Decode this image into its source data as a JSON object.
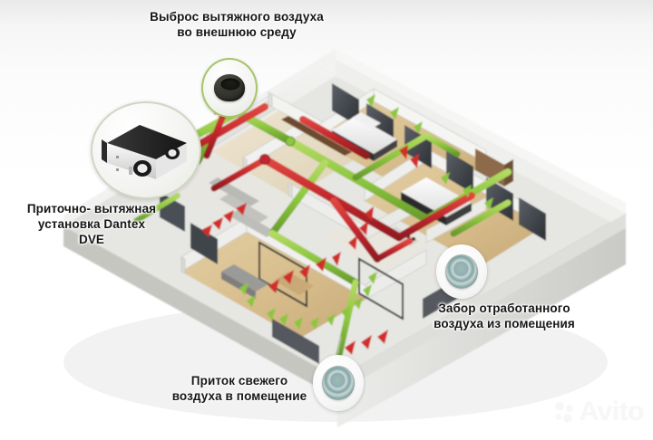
{
  "image": {
    "kind": "ventilation-system-diagram",
    "background_color": "#ffffff"
  },
  "callouts": [
    {
      "id": "exhaust-outside",
      "label": "Выброс вытяжного воздуха\nво внешнюю среду",
      "icon": "exhaust-cowl-icon",
      "ring_color": "#a9c46a"
    },
    {
      "id": "ahu-unit",
      "label": "Приточно- вытяжная\nустановка Dantex\nDVE",
      "icon": "air-handling-unit-icon",
      "ring_color": "#cfd6c4"
    },
    {
      "id": "extract-room",
      "label": "Забор отработанного\nвоздуха из помещения",
      "icon": "round-diffuser-icon",
      "ring_color": "#ffffff"
    },
    {
      "id": "supply-room",
      "label": "Приток свежего\nвоздуха в помещение",
      "icon": "round-diffuser-icon",
      "ring_color": "#ffffff"
    }
  ],
  "legend_colors": {
    "supply_air": "#8dc63f",
    "exhaust_air": "#c1272d",
    "building_wall": "#e8e8e6",
    "floor_wood": "#d9bd8e"
  },
  "watermark": {
    "text": "Avito",
    "color": "#f2f2f2"
  },
  "scene": {
    "title": "3D cutaway of apartment with Dantex DVE heat recovery ventilation",
    "supply_duct_label": "green duct network",
    "exhaust_duct_label": "red duct network"
  }
}
